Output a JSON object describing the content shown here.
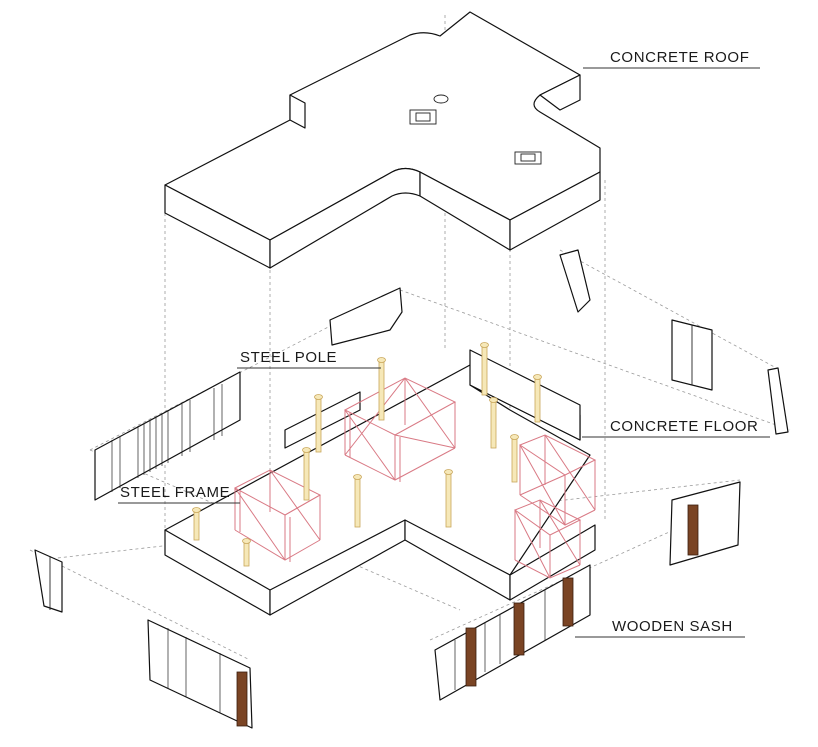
{
  "labels": {
    "concrete_roof": "CONCRETE ROOF",
    "steel_pole": "STEEL POLE",
    "concrete_floor": "CONCRETE FLOOR",
    "steel_frame": "STEEL FRAME",
    "wooden_sash": "WOODEN SASH"
  },
  "colors": {
    "line": "#111111",
    "steel_frame": "#d97a85",
    "steel_pole": "#f6e8b8",
    "wooden_sash": "#7a4424",
    "guide": "#9a9a9a"
  }
}
